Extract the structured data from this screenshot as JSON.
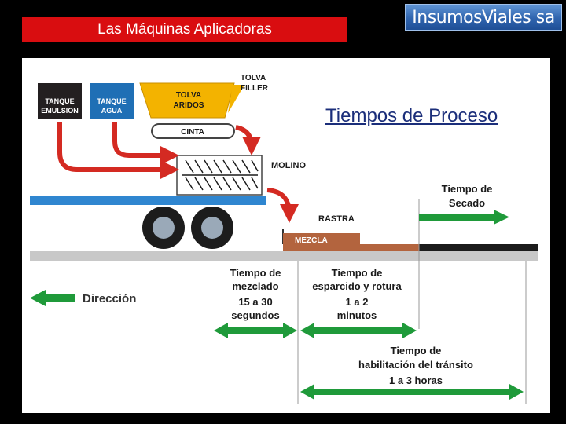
{
  "header": {
    "title": "Las Máquinas Aplicadoras",
    "brand": "InsumosViales sa"
  },
  "diagram": {
    "subtitle": "Tiempos de Proceso",
    "tank_emulsion": [
      "TANQUE",
      "EMULSION"
    ],
    "tank_water": [
      "TANQUE",
      "AGUA"
    ],
    "hopper_aggregates": [
      "TOLVA",
      "ARIDOS"
    ],
    "hopper_filler": [
      "TOLVA",
      "FILLER"
    ],
    "belt": "CINTA",
    "mill": "MOLINO",
    "drag": "RASTRA",
    "mix": "MEZCLA",
    "direction": "Dirección",
    "drying_time": [
      "Tiempo de",
      "Secado"
    ],
    "mixing_time": [
      "Tiempo de",
      "mezclado",
      "15 a 30",
      "segundos"
    ],
    "spreading_time": [
      "Tiempo de",
      "esparcido y rotura",
      "1 a 2",
      "minutos"
    ],
    "traffic_time": [
      "Tiempo de",
      "habilitación del tránsito",
      "1 a 3 horas"
    ]
  },
  "colors": {
    "title_bg": "#d90d10",
    "arrow_red": "#d42a22",
    "arrow_green": "#1f9a3a",
    "truck_blue": "#2f86d0",
    "hopper_yellow": "#f3b300",
    "tank_dark": "#231f20",
    "tank_blue": "#1f6fb5",
    "mix_brown": "#b3643e",
    "road_gray": "#c8c8c8"
  }
}
